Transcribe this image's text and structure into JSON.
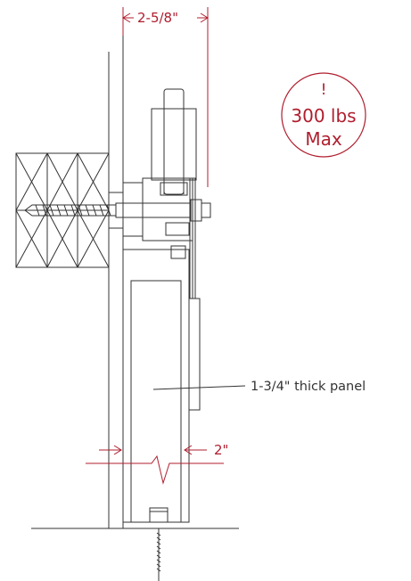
{
  "diagram": {
    "dimension_top": "2-5/8\"",
    "dimension_bottom": "2\"",
    "panel_label": "1-3/4\" thick panel",
    "badge": {
      "exclaim": "!",
      "weight": "300 lbs",
      "max": "Max"
    },
    "colors": {
      "accent": "#b01e2e",
      "line": "#333333"
    }
  }
}
